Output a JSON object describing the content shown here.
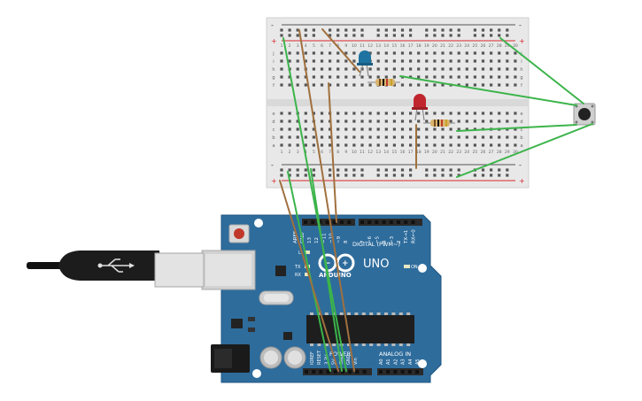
{
  "breadboard": {
    "row_letters_top": [
      "j",
      "i",
      "h",
      "g",
      "f"
    ],
    "row_letters_bottom": [
      "e",
      "d",
      "c",
      "b",
      "a"
    ],
    "rail_minus": "-",
    "rail_plus": "+",
    "column_numbers": [
      "1",
      "2",
      "3",
      "4",
      "5",
      "6",
      "7",
      "8",
      "9",
      "10",
      "11",
      "12",
      "13",
      "14",
      "15",
      "16",
      "17",
      "18",
      "19",
      "20",
      "21",
      "22",
      "23",
      "24",
      "25",
      "26",
      "27",
      "28",
      "29",
      "30"
    ]
  },
  "arduino": {
    "aref": "AREF",
    "gnd": "GND",
    "digital_pins": [
      "13",
      "12",
      "~11",
      "~10",
      "~9",
      "8",
      "7",
      "~6",
      "~5",
      "4",
      "~3",
      "2",
      "TX→1",
      "RX←0"
    ],
    "digital_label": "DIGITAL (PWM~)",
    "brand": "ARDUINO",
    "model": "UNO",
    "led_l": "L",
    "led_tx": "TX",
    "led_rx": "RX",
    "on_label": "ON",
    "power_label": "POWER",
    "power_pins": [
      "IOREF",
      "RESET",
      "3.3V",
      "5V",
      "GND",
      "GND",
      "Vin"
    ],
    "analog_label": "ANALOG IN",
    "analog_pins": [
      "A0",
      "A1",
      "A2",
      "A3",
      "A4",
      "A5"
    ]
  },
  "colors": {
    "board": "#2e6c9c",
    "breadboard": "#e9e9e9",
    "rail_red": "#d9262c",
    "wire_green": "#3cb44b",
    "wire_brown": "#a0703e",
    "led_blue": "#1f73a0",
    "led_red": "#c0262d"
  }
}
